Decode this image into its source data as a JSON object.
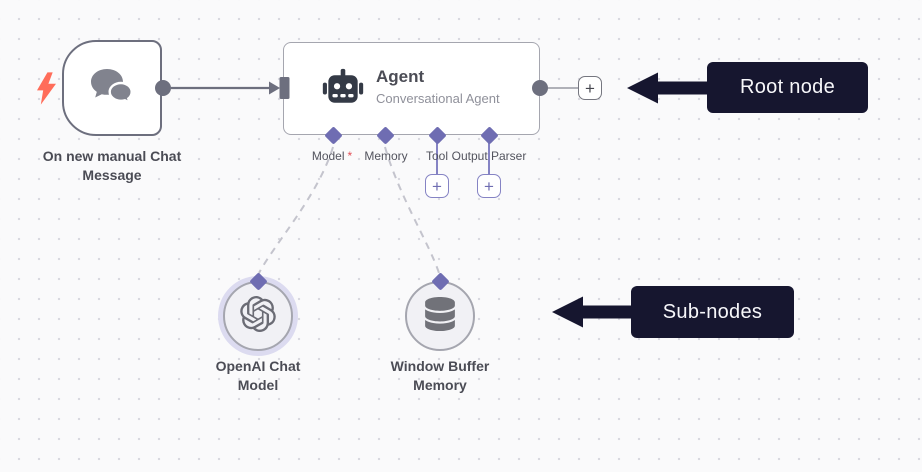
{
  "canvas": {
    "background": "#fafafb",
    "grid_dot_color": "#d9d9e0"
  },
  "trigger_node": {
    "label_line1": "On new manual Chat",
    "label_line2": "Message"
  },
  "agent_node": {
    "title": "Agent",
    "subtitle": "Conversational Agent",
    "required_marker": "*",
    "ports": {
      "model": "Model",
      "memory": "Memory",
      "tool": "Tool",
      "output_parser": "Output Parser"
    }
  },
  "plus_glyph": "+",
  "sub_nodes": {
    "openai": {
      "label_line1": "OpenAI Chat",
      "label_line2": "Model"
    },
    "memory": {
      "label_line1": "Window Buffer",
      "label_line2": "Memory"
    }
  },
  "annotations": {
    "root": "Root node",
    "sub": "Sub-nodes"
  },
  "colors": {
    "accent_purple": "#6f6db2",
    "connector_gray": "#6d6f7e",
    "annotation_navy": "#16162f",
    "trigger_bolt_red": "#ff6d5a",
    "highlight_halo": "#dcdbf0"
  }
}
